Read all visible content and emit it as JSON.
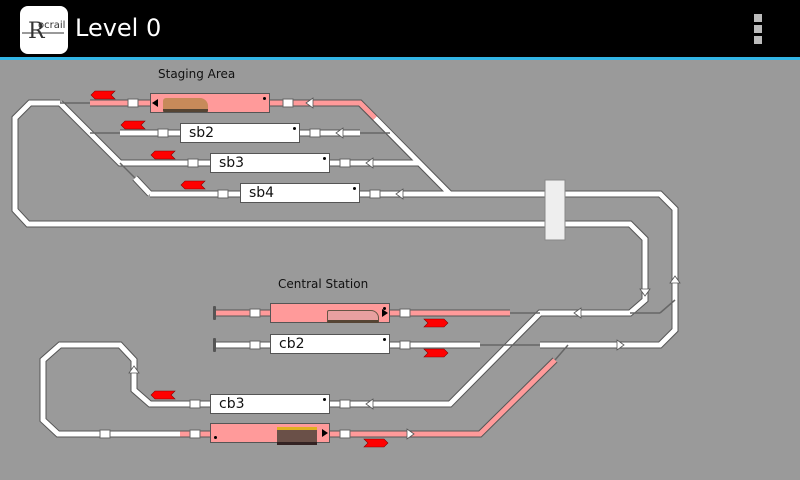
{
  "header": {
    "title": "Level 0",
    "logo_text": "Rocrail",
    "menu_icon": "overflow-menu-icon"
  },
  "labels": {
    "staging": "Staging Area",
    "central": "Central Station"
  },
  "blocks": {
    "sb1": {
      "label": "",
      "occupied": true
    },
    "sb2": {
      "label": "sb2",
      "occupied": false
    },
    "sb3": {
      "label": "sb3",
      "occupied": false
    },
    "sb4": {
      "label": "sb4",
      "occupied": false
    },
    "cb1": {
      "label": "",
      "occupied": true
    },
    "cb2": {
      "label": "cb2",
      "occupied": false
    },
    "cb3": {
      "label": "cb3",
      "occupied": false
    },
    "cb4": {
      "label": "",
      "occupied": true
    }
  },
  "colors": {
    "background": "#9a9a9a",
    "track": "#ffffff",
    "occupied": "#ff9a9a",
    "signal": "#ff0000",
    "accent": "#33b5e5"
  }
}
